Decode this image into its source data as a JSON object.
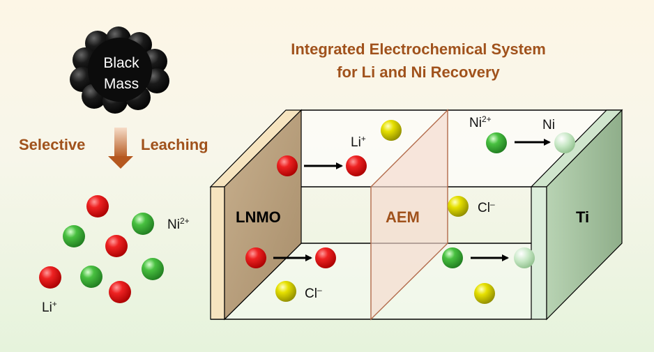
{
  "title": {
    "line1": "Integrated Electrochemical System",
    "line2": "for Li and Ni Recovery"
  },
  "black_mass": {
    "line1": "Black",
    "line2": "Mass"
  },
  "leaching": {
    "word1": "Selective",
    "word2": "Leaching"
  },
  "panels": {
    "lnmo": "LNMO",
    "aem": "AEM",
    "ti": "Ti"
  },
  "ions": {
    "li": "Li",
    "li_charge": "+",
    "ni": "Ni",
    "ni_charge": "2+",
    "cl": "Cl",
    "cl_charge": "–",
    "ni_metal": "Ni"
  },
  "colors": {
    "title": "#a0521c",
    "li_ion": "#e11919",
    "ni_ion": "#3fb53f",
    "cl_ion": "#d6d400",
    "lnmo_panel": "#b79f7e",
    "aem_panel": "#f5d9cc",
    "ti_panel": "#9fbf9c",
    "black_mass": "#111111"
  }
}
